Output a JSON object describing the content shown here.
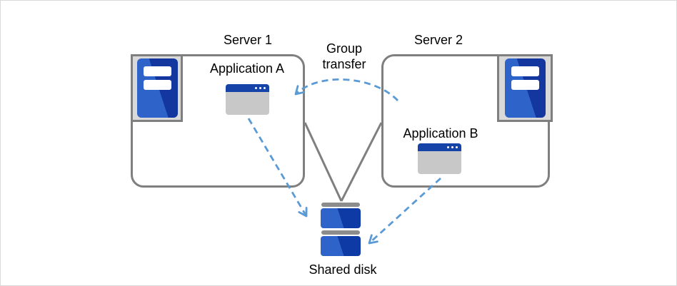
{
  "diagram_title": "",
  "servers": [
    {
      "label": "Server 1",
      "app": "Application A"
    },
    {
      "label": "Server 2",
      "app": "Application B"
    }
  ],
  "transfer": {
    "line1": "Group",
    "line2": "transfer"
  },
  "disk": {
    "label": "Shared disk"
  },
  "icons": {
    "server": "server-tower-icon",
    "application": "app-window-icon",
    "storage": "shared-disk-icon"
  },
  "colors": {
    "box_border_gray": "#7f7f7f",
    "arrow_blue": "#5b9bd5",
    "icon_blue_light": "#2e63ca",
    "icon_blue_dark": "#13379f",
    "titlebar_blue": "#1543a8",
    "window_body_gray": "#c8c8c8",
    "frame_fill_gray": "#d9d9d9",
    "disk_bar_gray": "#8c8c8c",
    "text": "#000000",
    "canvas_border": "#d9d9d9"
  }
}
